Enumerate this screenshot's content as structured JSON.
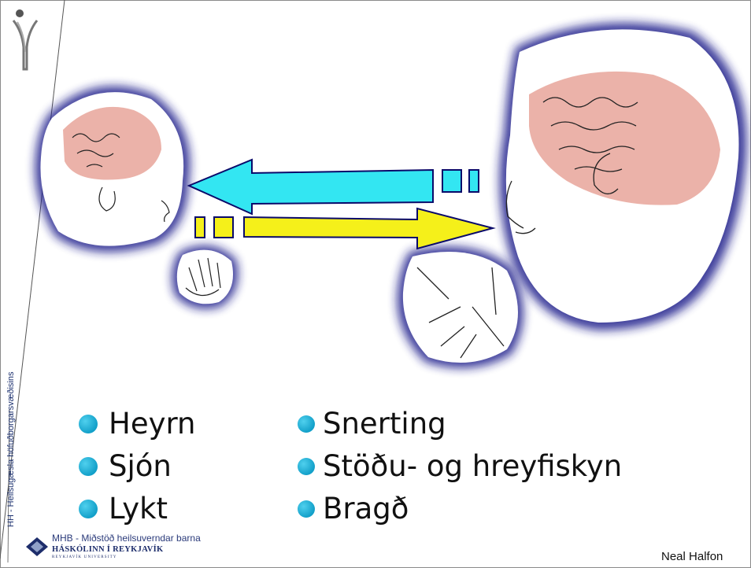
{
  "slide": {
    "sidebar_text": "HH - Heilsugæsla höfuðborgarsvæðisins",
    "bullets_left": [
      "Heyrn",
      "Sjón",
      "Lykt"
    ],
    "bullets_right": [
      "Snerting",
      "Stöðu- og hreyfiskyn",
      "Bragð"
    ],
    "footer": {
      "mhb": "MHB - Miðstöð heilsuverndar barna",
      "university": "HÁSKÓLINN Í REYKJAVÍK",
      "university_sub": "REYKJAVÍK UNIVERSITY"
    },
    "author": "Neal Halfon"
  },
  "colors": {
    "arrow_left": "#33e6f2",
    "arrow_right": "#f5f01a",
    "glow": "#1a1a8a",
    "brain": "#e8a49a",
    "bullet": "#13a0c9",
    "logo_blue": "#1d2d6b"
  },
  "icons": [
    "logo-figure-icon",
    "university-diamond-icon",
    "bullet-dot-icon"
  ]
}
